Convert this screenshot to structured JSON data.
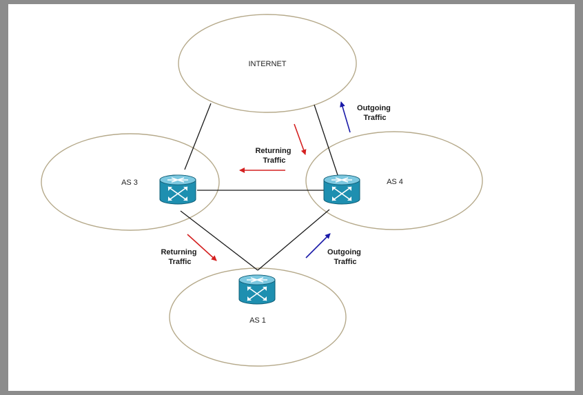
{
  "diagram": {
    "nodes": {
      "internet": "INTERNET",
      "as3": "AS 3",
      "as4": "AS 4",
      "as1": "AS 1"
    },
    "flows": {
      "returning_top": [
        "Returning",
        "Traffic"
      ],
      "outgoing_top": [
        "Outgoing",
        "Traffic"
      ],
      "returning_bottom": [
        "Returning",
        "Traffic"
      ],
      "outgoing_bottom": [
        "Outgoing",
        "Traffic"
      ]
    }
  },
  "colors": {
    "returning_arrow": "#d42020",
    "outgoing_arrow": "#1a1aa8",
    "router_fill": "#1e8fb0",
    "cloud_stroke": "#b5a98a"
  },
  "icons": {
    "router": "router-icon",
    "arrow": "arrow-icon"
  }
}
